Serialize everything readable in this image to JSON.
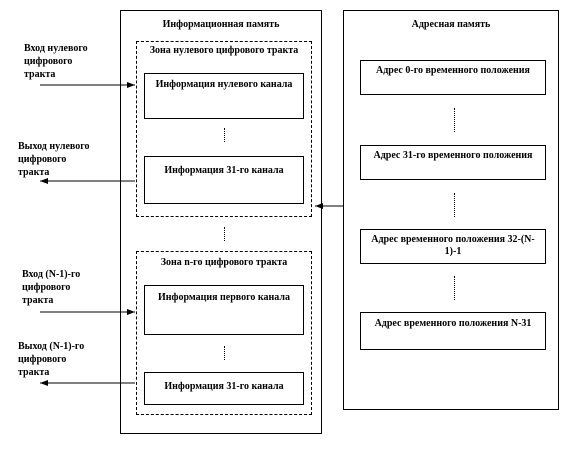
{
  "info_memory": {
    "title": "Информационная память",
    "zone0": {
      "title": "Зона нулевого цифрового тракта",
      "box_first": "Информация нулевого канала",
      "box_last": "Информация 31-го канала"
    },
    "zoneN": {
      "title": "Зона n-го цифрового тракта",
      "box_first": "Информация первого канала",
      "box_last": "Информация 31-го канала"
    }
  },
  "address_memory": {
    "title": "Адресная память",
    "boxes": [
      "Адрес 0-го временного положения",
      "Адрес 31-го временного положения",
      "Адрес временного положения 32-(N-1)-1",
      "Адрес временного положения N-31"
    ]
  },
  "io_labels": {
    "in0": "Вход нулевого\nцифрового\nтракта",
    "out0": "Выход нулевого\nцифрового\nтракта",
    "inN": "Вход (N-1)-го\nцифрового\nтракта",
    "outN": "Выход (N-1)-го\nцифрового\nтракта"
  }
}
